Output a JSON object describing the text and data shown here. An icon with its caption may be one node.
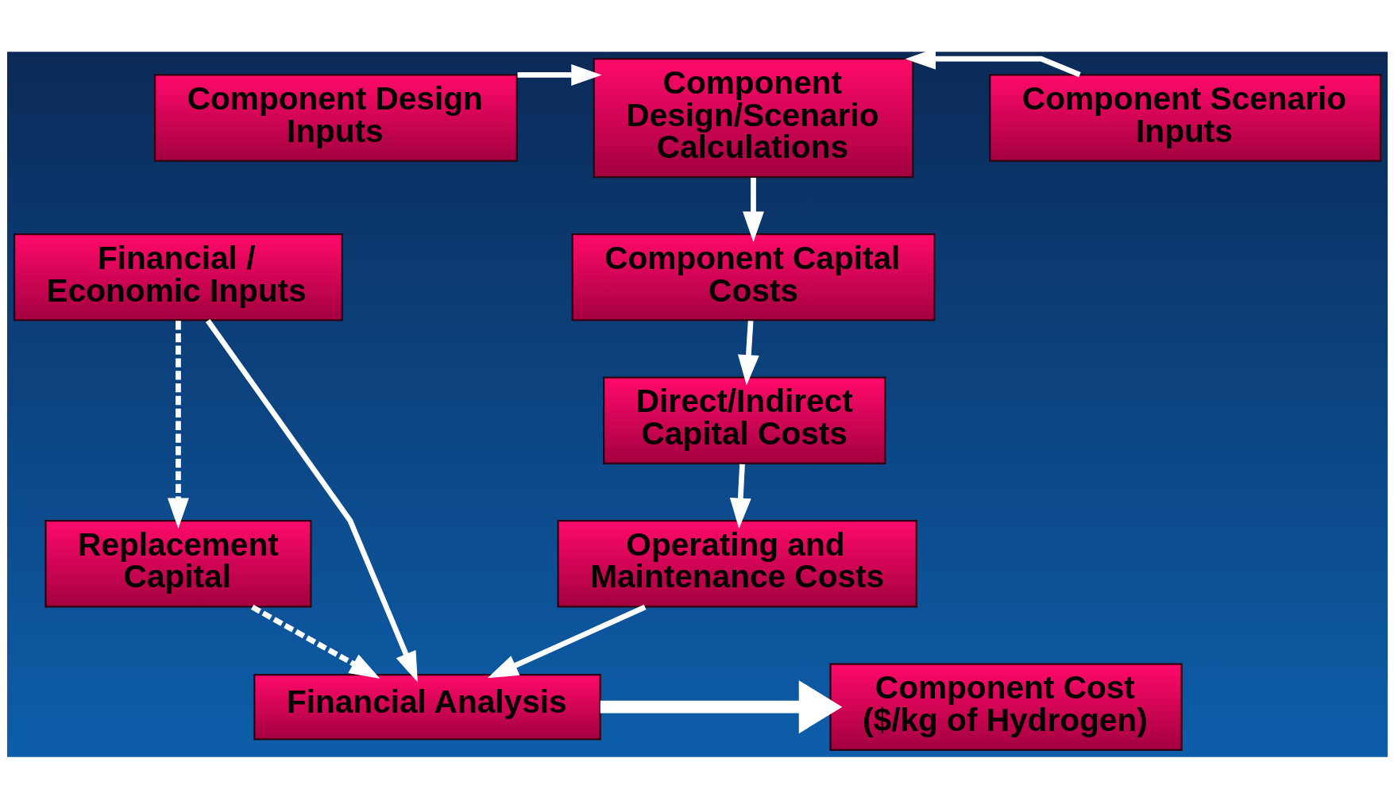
{
  "diagram": {
    "nodes": [
      {
        "text": [
          "Component Design Inputs"
        ]
      },
      {
        "text": [
          "Component Design/Scenario Calculations"
        ]
      },
      {
        "text": [
          "Component Scenario Inputs"
        ]
      },
      {
        "text": [
          "Financial / Economic Inputs"
        ]
      },
      {
        "text": [
          "Component Capital Costs"
        ]
      },
      {
        "text": [
          "Direct/Indirect Capital Costs"
        ]
      },
      {
        "text": [
          "Replacement Capital"
        ]
      },
      {
        "text": [
          "Operating and Maintenance Costs"
        ]
      },
      {
        "text": [
          "Financial Analysis"
        ]
      },
      {
        "text": [
          "Component Cost ($/kg of Hydrogen)"
        ]
      }
    ],
    "edges": [
      {
        "from": 0,
        "to": 1,
        "arrow": "to"
      },
      {
        "from": 2,
        "to": 1,
        "arrow": "to"
      },
      {
        "from": 1,
        "to": 4,
        "arrow": "to"
      },
      {
        "from": 4,
        "to": 5,
        "arrow": "to"
      },
      {
        "from": 5,
        "to": 7,
        "arrow": "to"
      },
      {
        "from": 7,
        "to": 8,
        "arrow": "to"
      },
      {
        "from": 3,
        "to": 8,
        "arrow": "to"
      },
      {
        "from": 3,
        "to": 6,
        "arrow": "to",
        "style": "dashed"
      },
      {
        "from": 6,
        "to": 8,
        "arrow": "to",
        "style": "dashed"
      },
      {
        "from": 8,
        "to": 9,
        "arrow": "to",
        "style": "thick"
      }
    ]
  }
}
